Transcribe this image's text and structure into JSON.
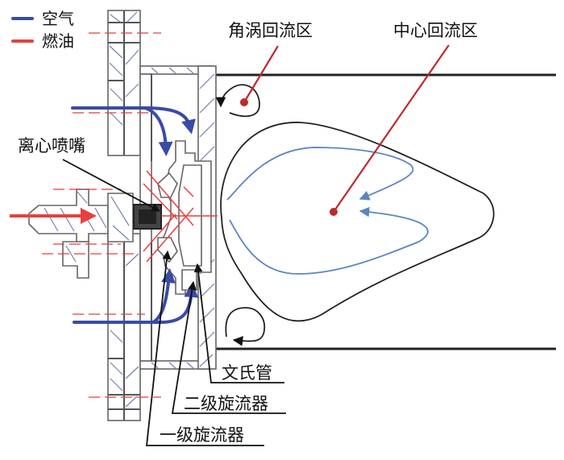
{
  "figure": {
    "legend": [
      {
        "label": "空气",
        "color": "#3a4aa8",
        "meaning": "air"
      },
      {
        "label": "燃油",
        "color": "#e8403f",
        "meaning": "fuel"
      }
    ],
    "labels": {
      "corner_recirculation": "角涡回流区",
      "central_recirculation": "中心回流区",
      "centrifugal_nozzle": "离心喷嘴",
      "venturi": "文氏管",
      "secondary_swirler": "二级旋流器",
      "primary_swirler": "一级旋流器"
    },
    "colors": {
      "air": "#3a4aa8",
      "fuel": "#e8403f",
      "streamline": "#5b84c4",
      "recirculation_marker": "#c0282d",
      "structure": "#666666",
      "hatch": "#5a6e9e"
    }
  }
}
